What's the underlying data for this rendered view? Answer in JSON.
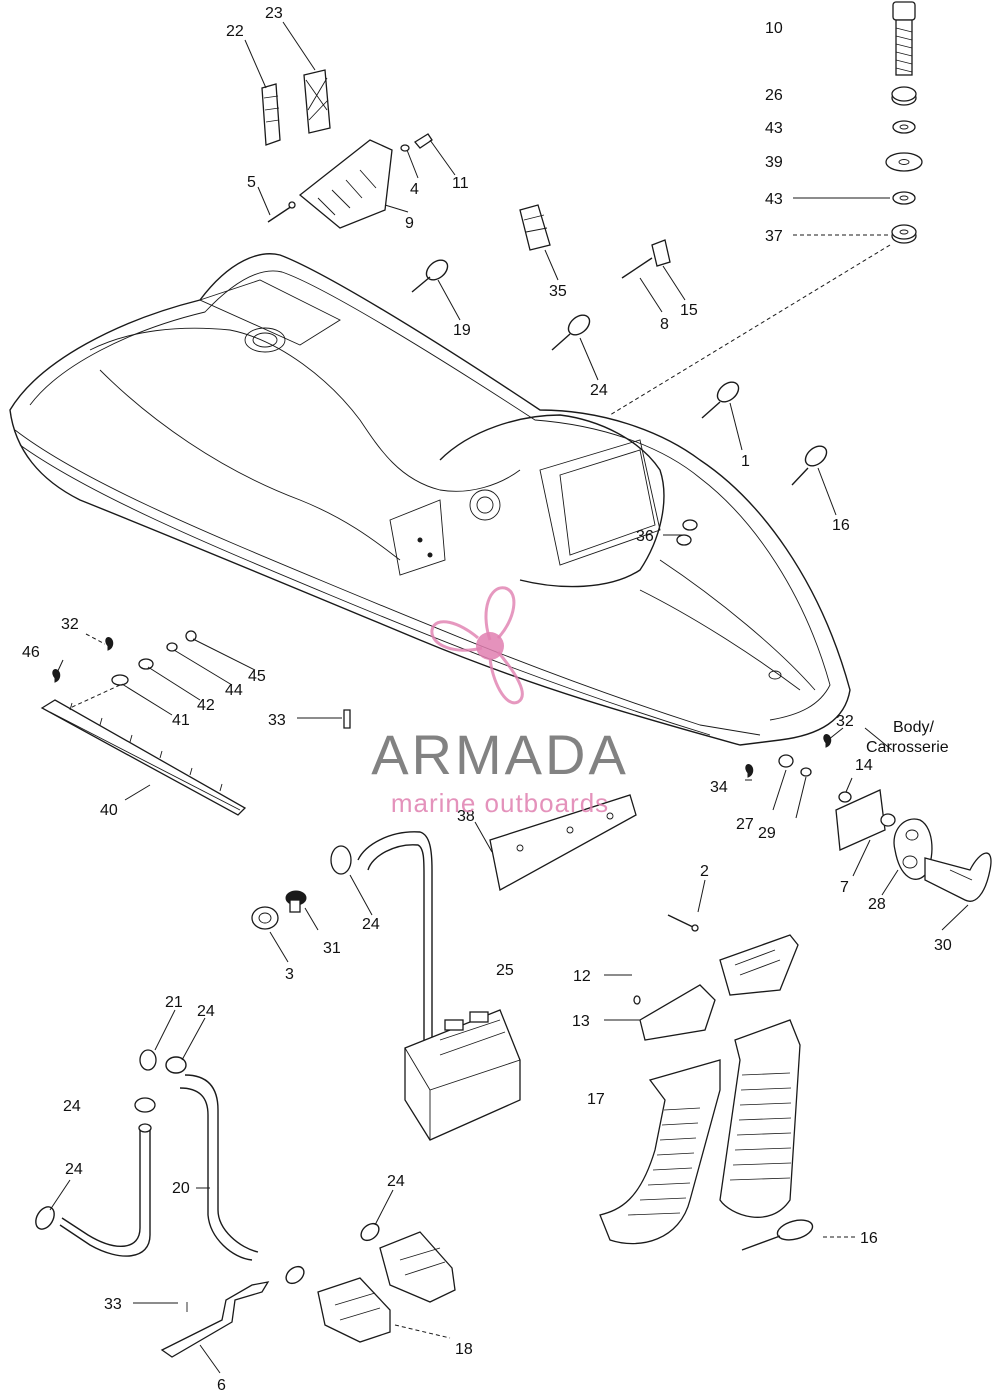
{
  "diagram": {
    "callouts": [
      {
        "id": "c22",
        "label": "22"
      },
      {
        "id": "c23",
        "label": "23"
      },
      {
        "id": "c10",
        "label": "10"
      },
      {
        "id": "c26",
        "label": "26"
      },
      {
        "id": "c43a",
        "label": "43"
      },
      {
        "id": "c39",
        "label": "39"
      },
      {
        "id": "c43b",
        "label": "43"
      },
      {
        "id": "c37",
        "label": "37"
      },
      {
        "id": "c5",
        "label": "5"
      },
      {
        "id": "c4",
        "label": "4"
      },
      {
        "id": "c11",
        "label": "11"
      },
      {
        "id": "c9",
        "label": "9"
      },
      {
        "id": "c35",
        "label": "35"
      },
      {
        "id": "c15",
        "label": "15"
      },
      {
        "id": "c8",
        "label": "8"
      },
      {
        "id": "c19",
        "label": "19"
      },
      {
        "id": "c24a",
        "label": "24"
      },
      {
        "id": "c1",
        "label": "1"
      },
      {
        "id": "c16a",
        "label": "16"
      },
      {
        "id": "c36",
        "label": "36"
      },
      {
        "id": "c32a",
        "label": "32"
      },
      {
        "id": "c46",
        "label": "46"
      },
      {
        "id": "c45",
        "label": "45"
      },
      {
        "id": "c44",
        "label": "44"
      },
      {
        "id": "c42",
        "label": "42"
      },
      {
        "id": "c41",
        "label": "41"
      },
      {
        "id": "c40",
        "label": "40"
      },
      {
        "id": "c33a",
        "label": "33"
      },
      {
        "id": "c32b",
        "label": "32"
      },
      {
        "id": "c34",
        "label": "34"
      },
      {
        "id": "c27",
        "label": "27"
      },
      {
        "id": "c29",
        "label": "29"
      },
      {
        "id": "c14",
        "label": "14"
      },
      {
        "id": "c7",
        "label": "7"
      },
      {
        "id": "c28",
        "label": "28"
      },
      {
        "id": "c30",
        "label": "30"
      },
      {
        "id": "c38",
        "label": "38"
      },
      {
        "id": "c24b",
        "label": "24"
      },
      {
        "id": "c31",
        "label": "31"
      },
      {
        "id": "c3",
        "label": "3"
      },
      {
        "id": "c25",
        "label": "25"
      },
      {
        "id": "c2",
        "label": "2"
      },
      {
        "id": "c12",
        "label": "12"
      },
      {
        "id": "c13",
        "label": "13"
      },
      {
        "id": "c17",
        "label": "17"
      },
      {
        "id": "c21",
        "label": "21"
      },
      {
        "id": "c24c",
        "label": "24"
      },
      {
        "id": "c24d",
        "label": "24"
      },
      {
        "id": "c24e",
        "label": "24"
      },
      {
        "id": "c20",
        "label": "20"
      },
      {
        "id": "c24f",
        "label": "24"
      },
      {
        "id": "c33b",
        "label": "33"
      },
      {
        "id": "c6",
        "label": "6"
      },
      {
        "id": "c18",
        "label": "18"
      },
      {
        "id": "c16b",
        "label": "16"
      }
    ],
    "body_note_line1": "Body/",
    "body_note_line2": "Carrosserie"
  },
  "watermark": {
    "brand": "ARMADA",
    "tagline": "marine outboards",
    "brand_color": "#6d6d6d",
    "accent_color": "#e07fb0"
  }
}
